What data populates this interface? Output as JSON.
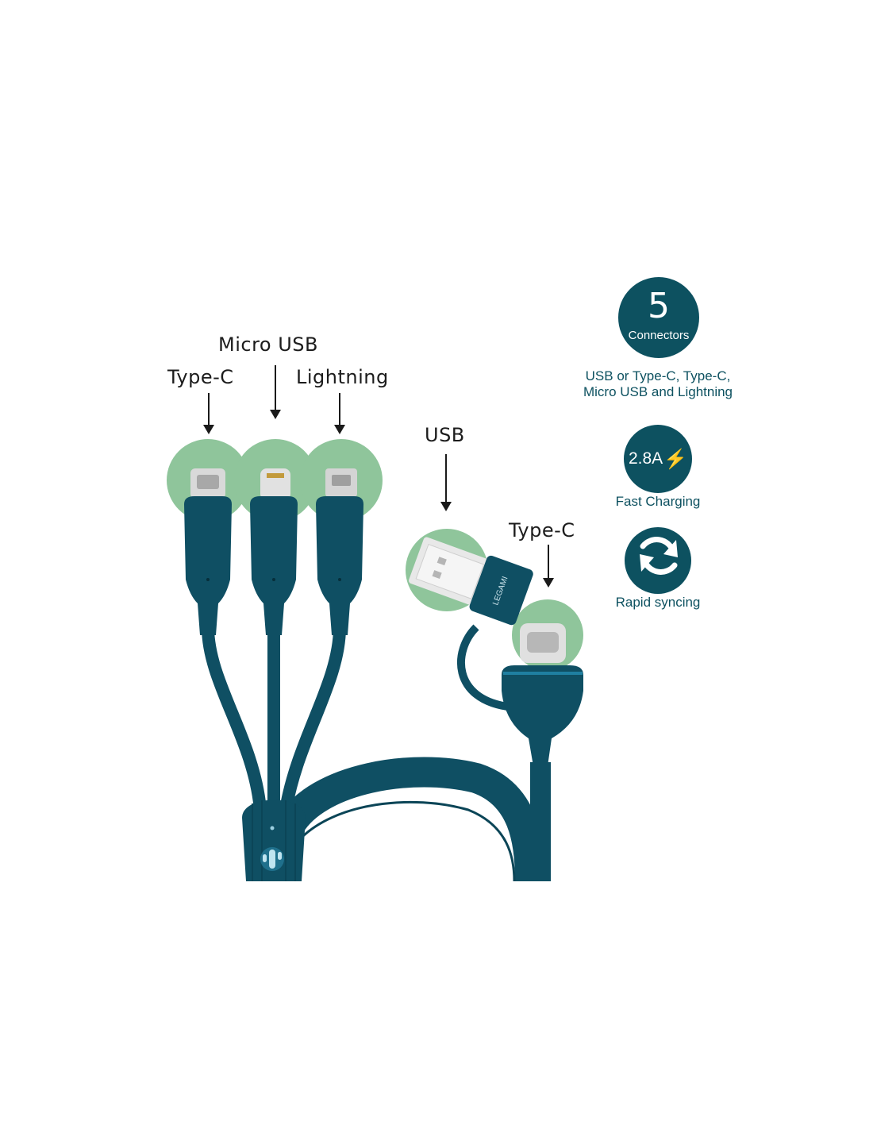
{
  "labels": {
    "micro_usb": "Micro USB",
    "type_c_left": "Type-C",
    "lightning": "Lightning",
    "usb": "USB",
    "type_c_right": "Type-C"
  },
  "features": {
    "connectors": {
      "count": "5",
      "title": "Connectors",
      "desc_line1": "USB or Type-C, Type-C,",
      "desc_line2": "Micro USB and Lightning"
    },
    "charging": {
      "value": "2.8A",
      "icon": "lightning-bolt-icon",
      "caption": "Fast Charging"
    },
    "syncing": {
      "icon": "sync-arrows-icon",
      "caption": "Rapid syncing"
    }
  },
  "brand": "LEGAMI",
  "colors": {
    "cable": "#0f4f63",
    "glow": "#8fc59b",
    "badge": "#0d5160"
  }
}
